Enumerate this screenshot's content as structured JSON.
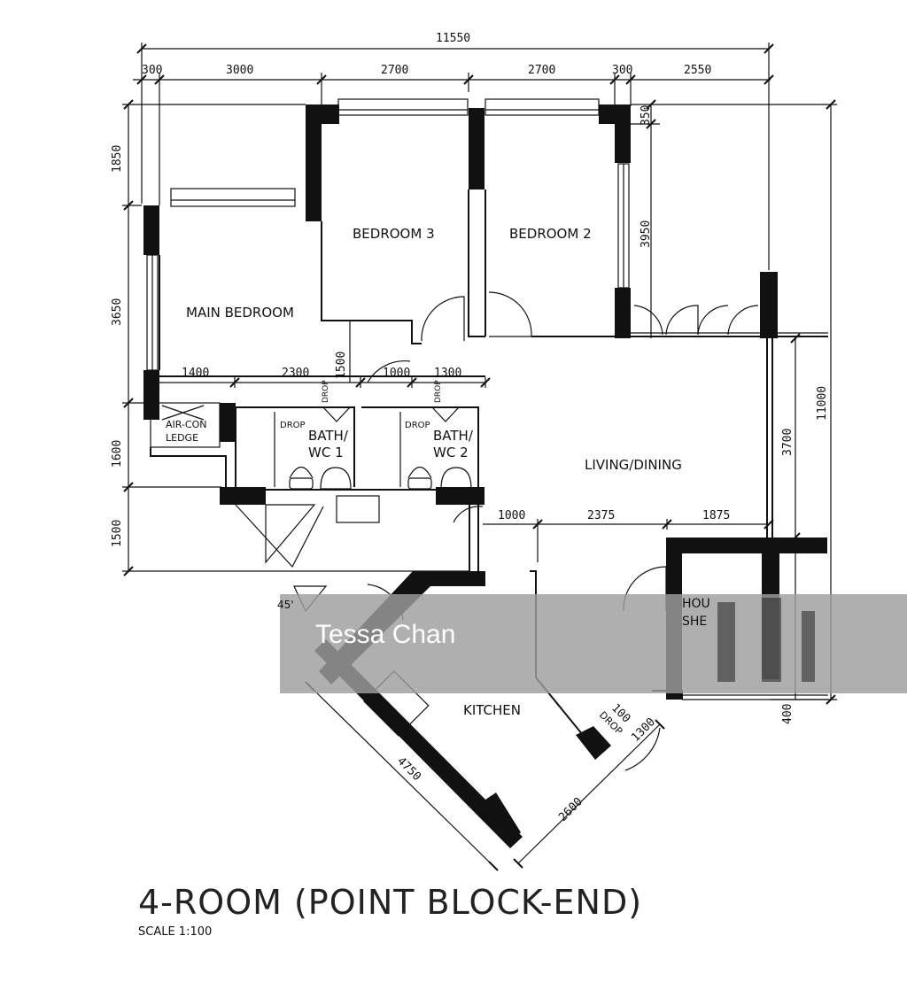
{
  "plan": {
    "title": "4-ROOM (POINT BLOCK-END)",
    "scale": "SCALE   1:100",
    "watermark": "Tessa Chan",
    "angle": "45'",
    "rooms": {
      "bedroom3": "BEDROOM 3",
      "bedroom2": "BEDROOM 2",
      "main_bedroom": "MAIN BEDROOM",
      "aircon_line1": "AIR-CON",
      "aircon_line2": "LEDGE",
      "bath1_line1": "BATH/",
      "bath1_line2": "WC 1",
      "bath2_line1": "BATH/",
      "bath2_line2": "WC 2",
      "living": "LIVING/DINING",
      "kitchen": "KITCHEN",
      "shelter_line1": "HOU",
      "shelter_line2": "SHE"
    },
    "drops": {
      "drop1": "DROP",
      "drop2": "DROP",
      "drop3": "DROP",
      "drop4": "DROP",
      "drop5": "DROP"
    },
    "dims": {
      "total_width": "11550",
      "d300a": "300",
      "d3000": "3000",
      "d2700a": "2700",
      "d2700b": "2700",
      "d300b": "300",
      "d2550": "2550",
      "d1850": "1850",
      "d3650": "3650",
      "d1600": "1600",
      "d1500": "1500",
      "d350": "350",
      "d3950": "3950",
      "d11000": "11000",
      "d3700": "3700",
      "d1400": "1400",
      "d2300": "2300",
      "d1500b": "1500",
      "d1000a": "1000",
      "d1300a": "1300",
      "d1000b": "1000",
      "d2375": "2375",
      "d1875": "1875",
      "d400": "400",
      "d100": "100",
      "d1300b": "1300",
      "d4750": "4750",
      "d2600": "2600"
    }
  }
}
